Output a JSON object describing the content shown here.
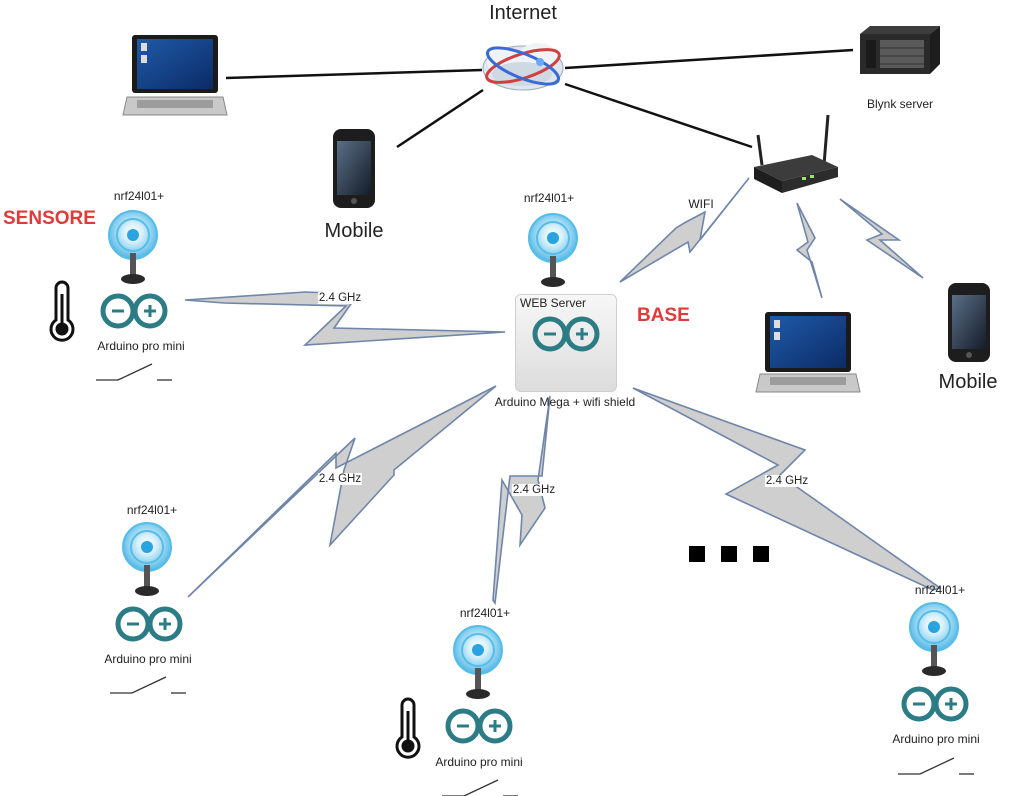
{
  "internet": {
    "label": "Internet"
  },
  "server": {
    "label": "Blynk server"
  },
  "mobile_top": {
    "label": "Mobile"
  },
  "mobile_right": {
    "label": "Mobile"
  },
  "wifi_label": "WIFI",
  "base": {
    "module": "nrf24l01+",
    "title": "WEB Server",
    "board": "Arduino Mega + wifi shield",
    "tag": "BASE"
  },
  "sensor_tag": "SENSORE",
  "link_label": "2.4 GHz",
  "nodes": [
    {
      "module": "nrf24l01+",
      "board": "Arduino pro mini"
    },
    {
      "module": "nrf24l01+",
      "board": "Arduino pro mini"
    },
    {
      "module": "nrf24l01+",
      "board": "Arduino pro mini"
    },
    {
      "module": "nrf24l01+",
      "board": "Arduino pro mini"
    }
  ],
  "colors": {
    "arduino": "#2c7c86",
    "bolt_fill": "#cfcfcf",
    "bolt_stroke": "#6f86aa",
    "accent_red": "#e03a3a",
    "antenna": "#4fb6e6"
  }
}
